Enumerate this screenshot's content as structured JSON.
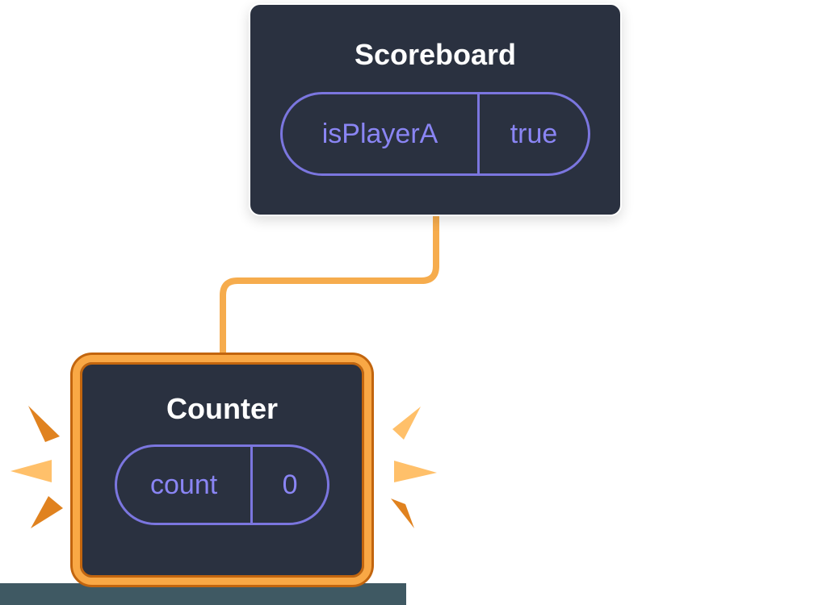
{
  "diagram": {
    "parent_component": {
      "title": "Scoreboard",
      "state": {
        "name": "isPlayerA",
        "value": "true"
      }
    },
    "child_component": {
      "title": "Counter",
      "state": {
        "name": "count",
        "value": "0"
      }
    }
  },
  "colors": {
    "background": "#FFFFFF",
    "box_bg": "#2A3140",
    "box_border": "#FFFFFF",
    "title_text": "#FFFFFF",
    "state_text": "#8A85F4",
    "pill_border": "#7B76DF",
    "connector": "#F6AC4D",
    "highlight": "#F9A845",
    "highlight_dark": "#C2650E",
    "ray_light": "#FFC06A",
    "ray_dark": "#E0821F",
    "footer_strip": "#3F5963"
  }
}
